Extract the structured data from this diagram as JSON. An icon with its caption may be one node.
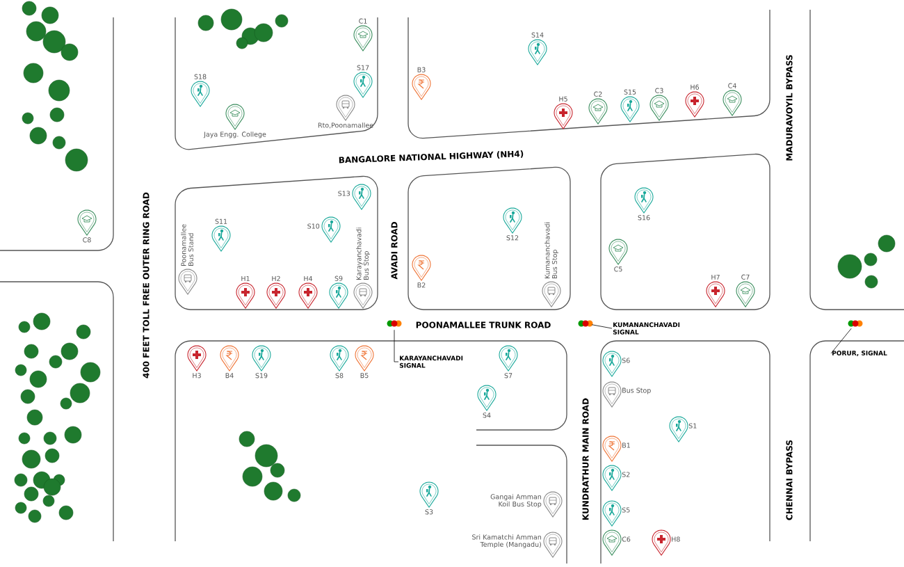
{
  "diagram": {
    "nodes": [
      {
        "text": [
          "C1"
        ]
      },
      {
        "text": [
          "S14"
        ]
      },
      {
        "text": [
          "S18"
        ]
      },
      {
        "text": [
          "S17"
        ]
      },
      {
        "text": [
          "B3"
        ]
      },
      {
        "text": [
          "H5"
        ]
      },
      {
        "text": [
          "C2"
        ]
      },
      {
        "text": [
          "S15"
        ]
      },
      {
        "text": [
          "C3"
        ]
      },
      {
        "text": [
          "H6"
        ]
      },
      {
        "text": [
          "C4"
        ]
      },
      {
        "text": [
          "Jaya Engg. College"
        ]
      },
      {
        "text": [
          "Rto,Poonamallee"
        ]
      },
      {
        "text": [
          "S13"
        ]
      },
      {
        "text": [
          "C8"
        ]
      },
      {
        "text": [
          "S11"
        ]
      },
      {
        "text": [
          "S10"
        ]
      },
      {
        "text": [
          "S12"
        ]
      },
      {
        "text": [
          "S16"
        ]
      },
      {
        "text": [
          "Poonamallee Bus Stand"
        ]
      },
      {
        "text": [
          "Karayanchavadi Bus Stop"
        ]
      },
      {
        "text": [
          "Kumananchavadi Bus Stop"
        ]
      },
      {
        "text": [
          "B2"
        ]
      },
      {
        "text": [
          "C5"
        ]
      },
      {
        "text": [
          "H1"
        ]
      },
      {
        "text": [
          "H2"
        ]
      },
      {
        "text": [
          "H4"
        ]
      },
      {
        "text": [
          "S9"
        ]
      },
      {
        "text": [
          "H7"
        ]
      },
      {
        "text": [
          "C7"
        ]
      },
      {
        "text": [],
        "shape": "picture"
      },
      {
        "text": [],
        "shape": "picture"
      },
      {
        "text": [],
        "shape": "picture"
      },
      {
        "text": [
          "KUMANANCHAVADI SIGNAL"
        ]
      },
      {
        "text": [
          "H3"
        ]
      },
      {
        "text": [
          "B4"
        ]
      },
      {
        "text": [
          "S19"
        ]
      },
      {
        "text": [
          "S8"
        ]
      },
      {
        "text": [
          "B5"
        ]
      },
      {
        "text": [
          "KARAYANCHAVADI SIGNAL"
        ]
      },
      {
        "text": [
          "S7"
        ]
      },
      {
        "text": [
          "PORUR, SIGNAL"
        ]
      },
      {
        "text": [
          "S6"
        ]
      },
      {
        "text": [
          "Bus Stop"
        ]
      },
      {
        "text": [
          "S4"
        ]
      },
      {
        "text": [
          "S1"
        ]
      },
      {
        "text": [
          "B1"
        ]
      },
      {
        "text": [
          "S2"
        ]
      },
      {
        "text": [
          "S3"
        ]
      },
      {
        "text": [
          "Gangai Amman Koil Bus Stop"
        ]
      },
      {
        "text": [
          "S5"
        ]
      },
      {
        "text": [
          "C6"
        ]
      },
      {
        "text": [
          "H8"
        ]
      },
      {
        "text": [
          "Sri Kamatchi Amman Temple (Mangadu)"
        ]
      }
    ],
    "edges": [
      {
        "from": 39,
        "to": 30,
        "arrow": "none"
      },
      {
        "from": 33,
        "to": 31,
        "arrow": "none"
      },
      {
        "from": 41,
        "to": 32,
        "arrow": "none"
      }
    ],
    "labels": [
      "BANGALORE NATIONAL HIGHWAY (NH4)",
      "MADURAVOYIL BYPASS",
      "400 FEET TOLL FREE OUTER RING ROAD",
      "AVADI ROAD",
      "POONAMALLEE TRUNK ROAD",
      "KUNDRATHUR MAIN ROAD",
      "CHENNAI BYPASS"
    ]
  }
}
